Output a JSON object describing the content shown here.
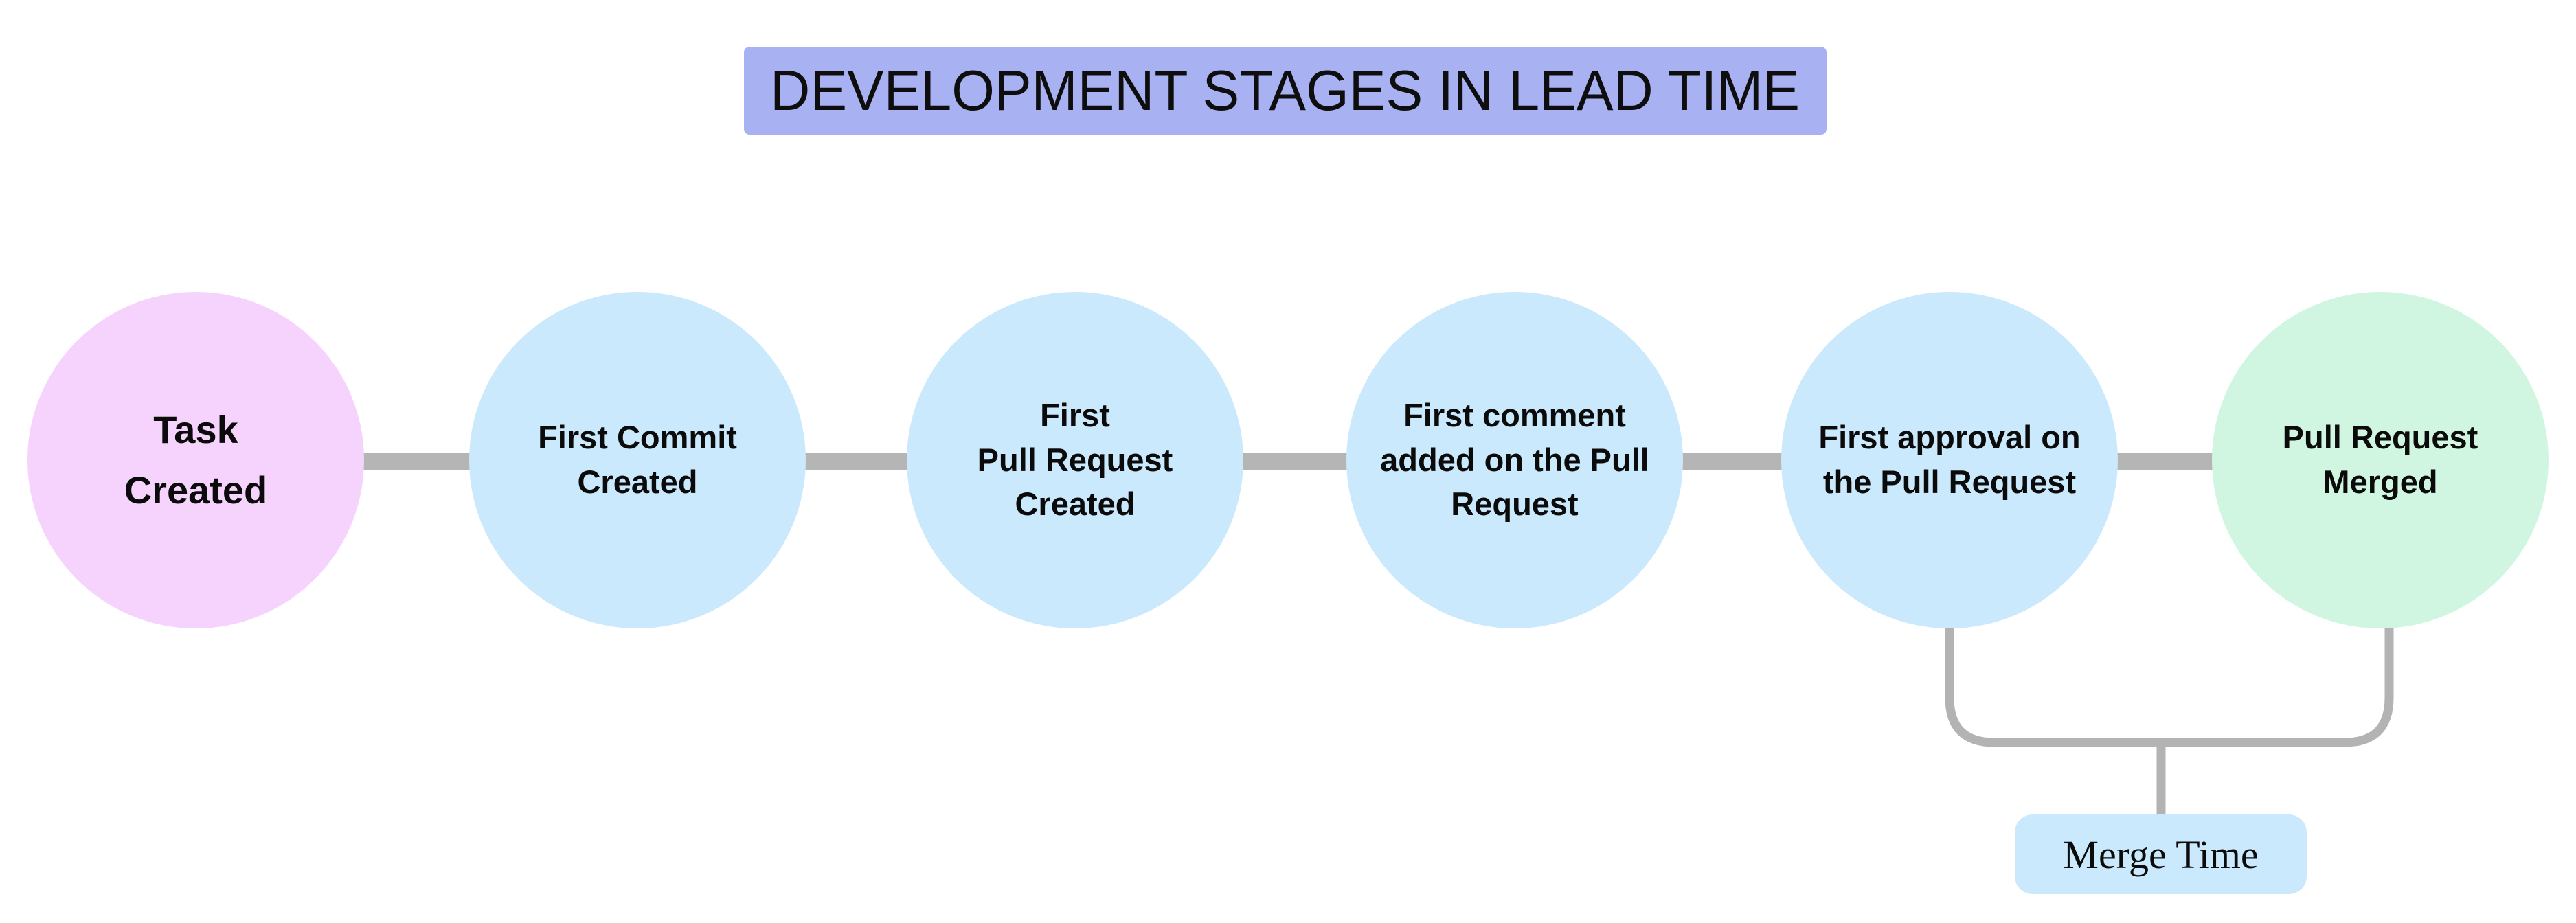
{
  "title": {
    "label": "DEVELOPMENT STAGES IN LEAD TIME",
    "bg_color": "#a8b1f1"
  },
  "stages": [
    {
      "label": "Task\nCreated",
      "color": "#f5d3fc"
    },
    {
      "label": "First Commit\nCreated",
      "color": "#cbe9fc"
    },
    {
      "label": "First\nPull Request\nCreated",
      "color": "#cbe9fc"
    },
    {
      "label": "First comment\nadded on the Pull\nRequest",
      "color": "#cbe9fc"
    },
    {
      "label": "First approval on\nthe Pull Request",
      "color": "#cbe9fc"
    },
    {
      "label": "Pull Request\nMerged",
      "color": "#d0f5e0"
    }
  ],
  "annotation": {
    "label": "Merge Time",
    "bg_color": "#cbe9fc"
  },
  "connector_color": "#b5b5b5",
  "bracket_color": "#b3b3b3"
}
